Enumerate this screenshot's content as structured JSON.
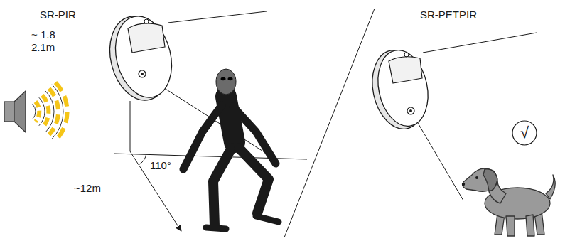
{
  "diagram": {
    "labels": [
      "SR-PIR",
      "~ 1.8",
      "2.1m",
      "110°",
      "~12m",
      "SR-PETPIR",
      "√"
    ]
  }
}
